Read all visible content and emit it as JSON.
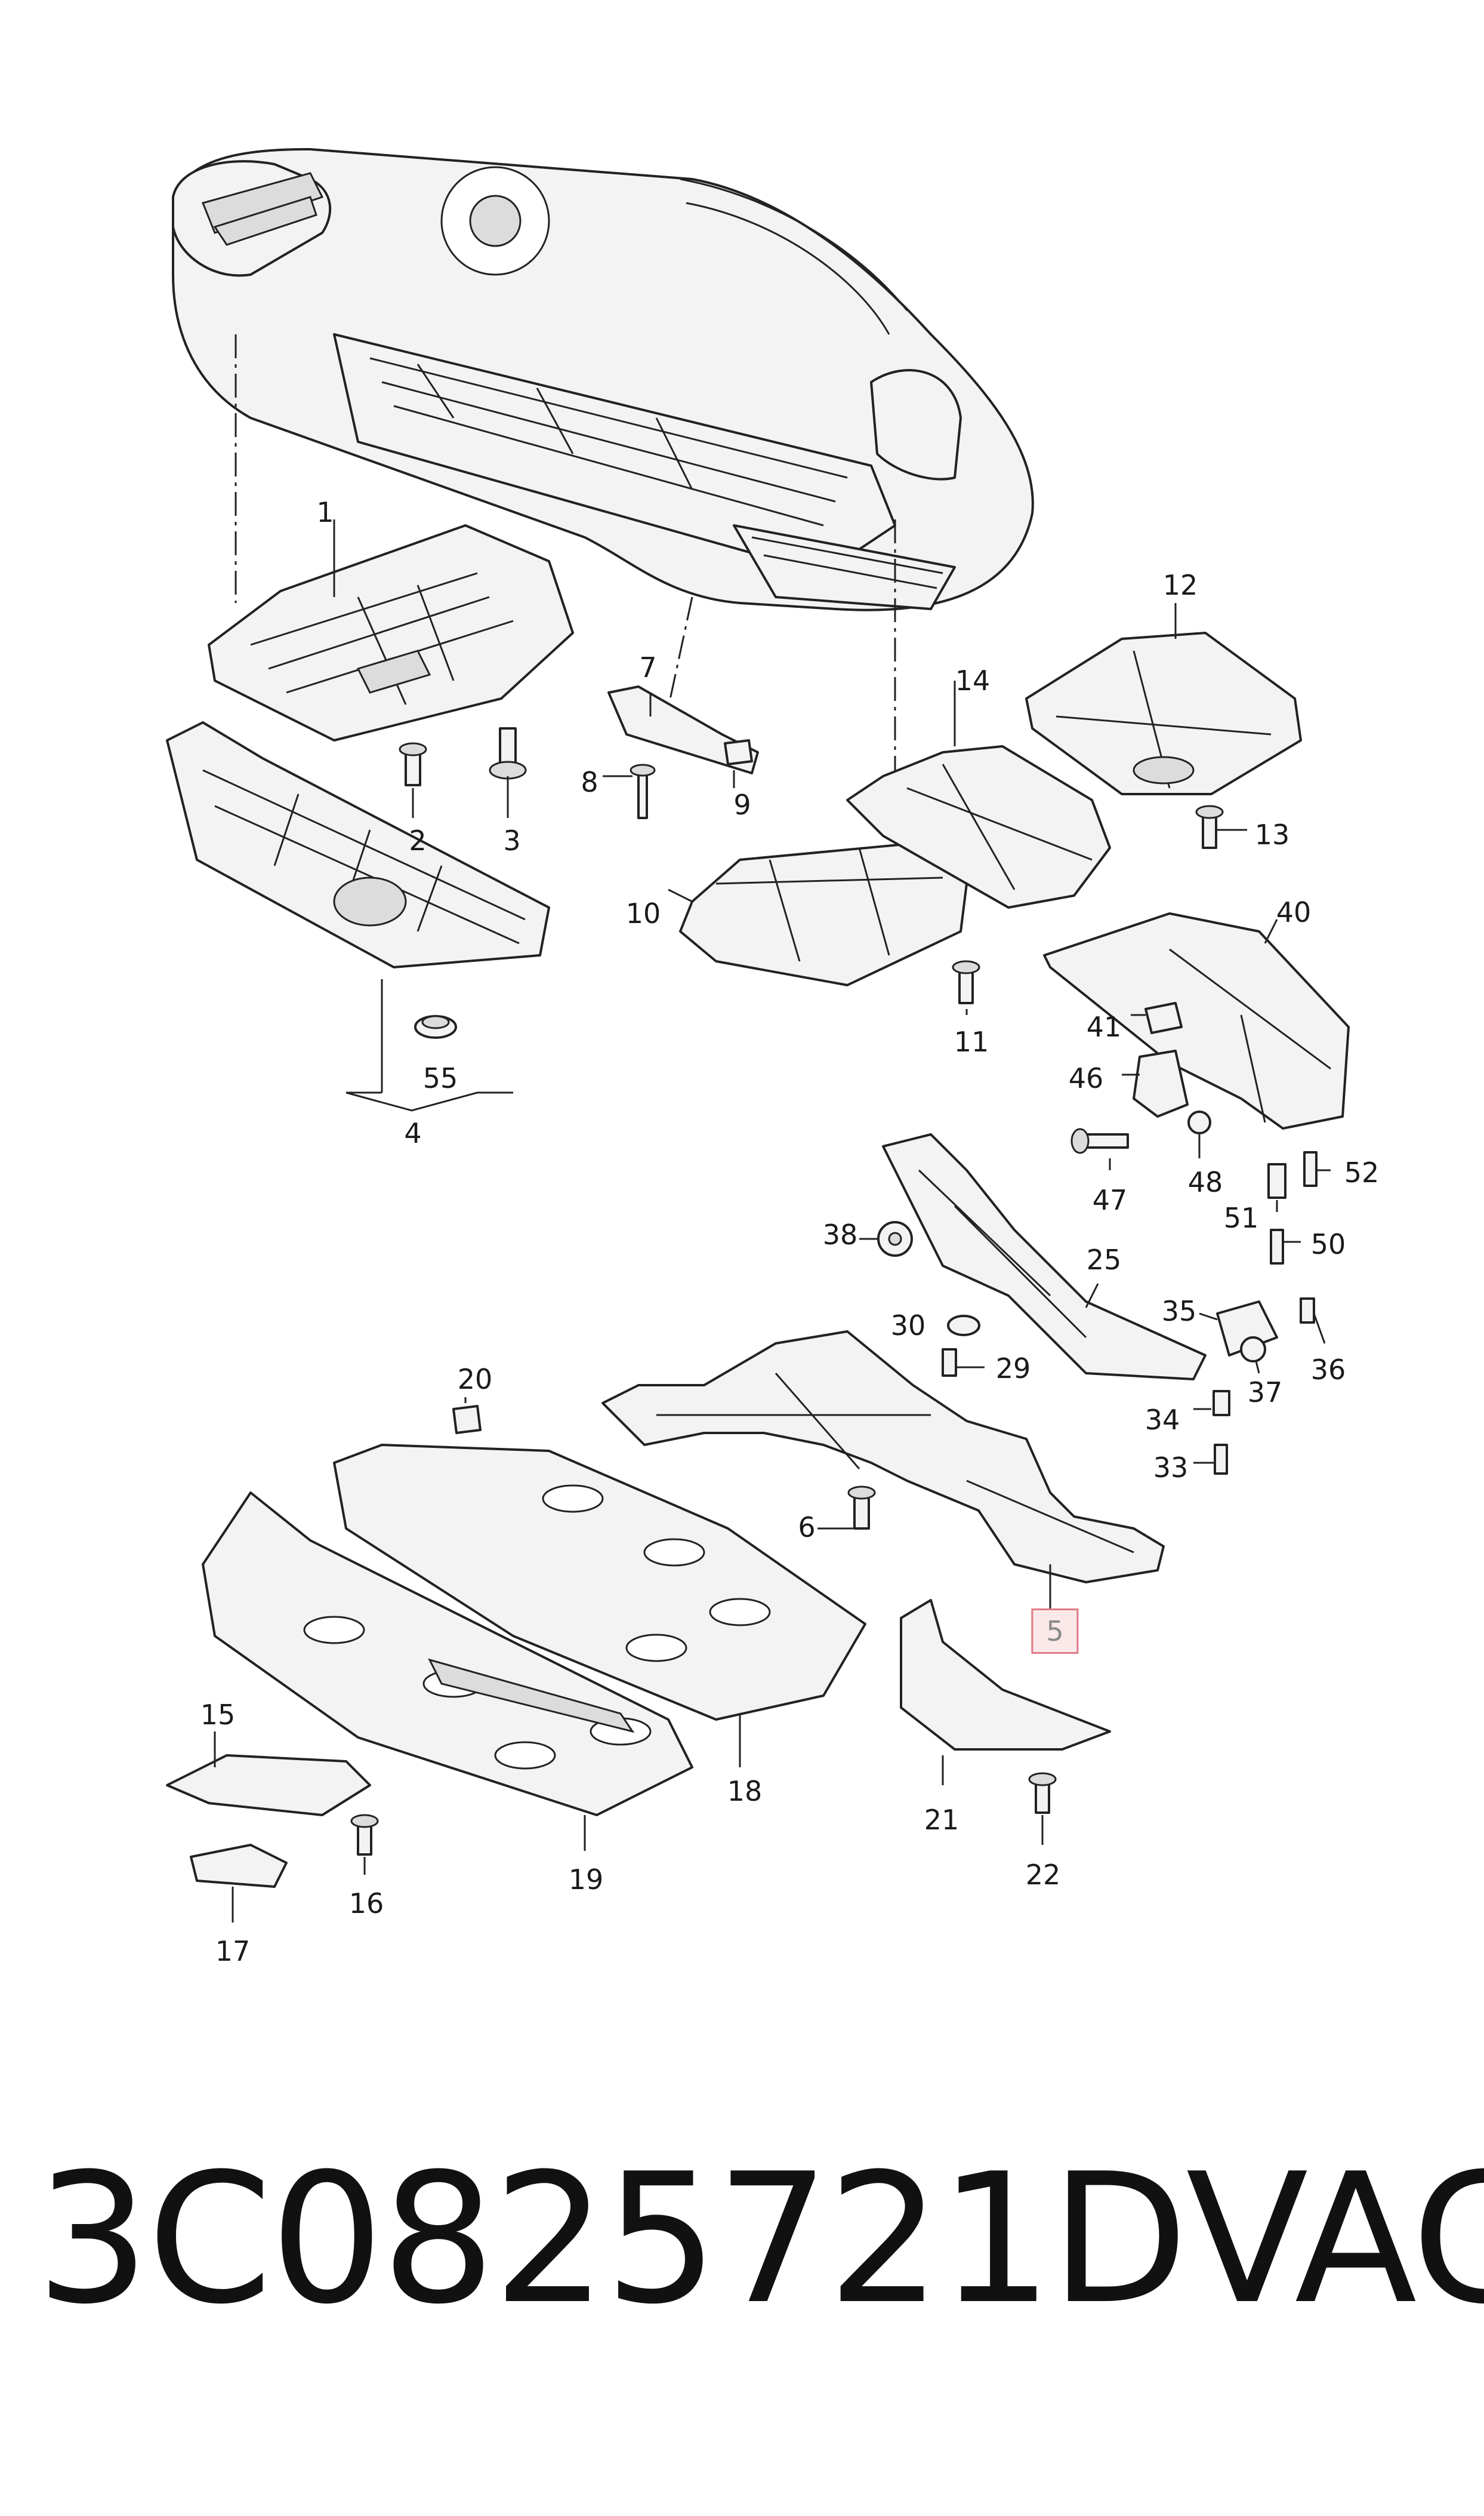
{
  "callouts": {
    "c1": "1",
    "c2": "2",
    "c3": "3",
    "c4": "4",
    "c5": "5",
    "c6": "6",
    "c7": "7",
    "c8": "8",
    "c9": "9",
    "c10": "10",
    "c11": "11",
    "c12": "12",
    "c13": "13",
    "c14": "14",
    "c15": "15",
    "c16": "16",
    "c17": "17",
    "c18": "18",
    "c19": "19",
    "c20": "20",
    "c21": "21",
    "c22": "22",
    "c25": "25",
    "c29": "29",
    "c30": "30",
    "c33": "33",
    "c34": "34",
    "c35": "35",
    "c36": "36",
    "c37": "37",
    "c38": "38",
    "c40": "40",
    "c41": "41",
    "c46": "46",
    "c47": "47",
    "c48": "48",
    "c50": "50",
    "c51": "51",
    "c52": "52",
    "c55": "55"
  },
  "highlighted_callout": "5",
  "footer": {
    "part_number": "3C0825721D",
    "brand": "VAG"
  },
  "colors": {
    "highlight_border": "#e07a85",
    "highlight_fill": "#fbe9ea",
    "line": "#222222"
  }
}
